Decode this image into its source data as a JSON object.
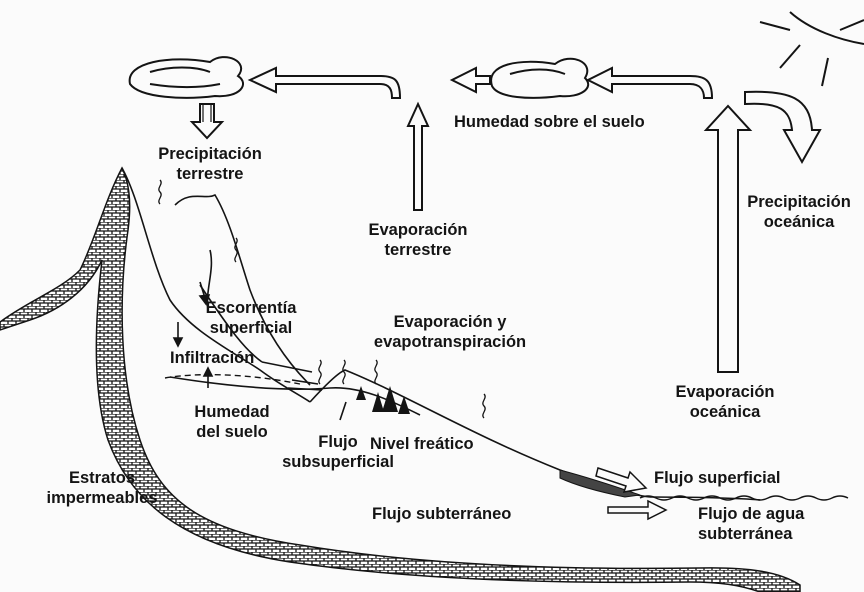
{
  "labels": {
    "precip_terrestre": "Precipitación\nterrestre",
    "humedad_sobre_suelo": "Humedad sobre el suelo",
    "precip_oceanica": "Precipitación\noceánica",
    "evap_terrestre": "Evaporación\nterrestre",
    "escorrentia": "Escorrentía\nsuperficial",
    "evap_evapotransp": "Evaporación y\nevapotranspiración",
    "infiltracion": "Infiltración",
    "evap_oceanica": "Evaporación\noceánica",
    "humedad_suelo": "Humedad\ndel suelo",
    "flujo_subsuperficial": "Flujo\nsubsuperficial",
    "nivel_freatico": "Nivel freático",
    "estratos": "Estratos\nimpermeables",
    "flujo_superficial": "Flujo superficial",
    "flujo_subterraneo": "Flujo subterráneo",
    "flujo_agua_subterranea": "Flujo de agua\nsubterránea"
  },
  "colors": {
    "ink": "#141414",
    "background": "#fbfbfb"
  }
}
